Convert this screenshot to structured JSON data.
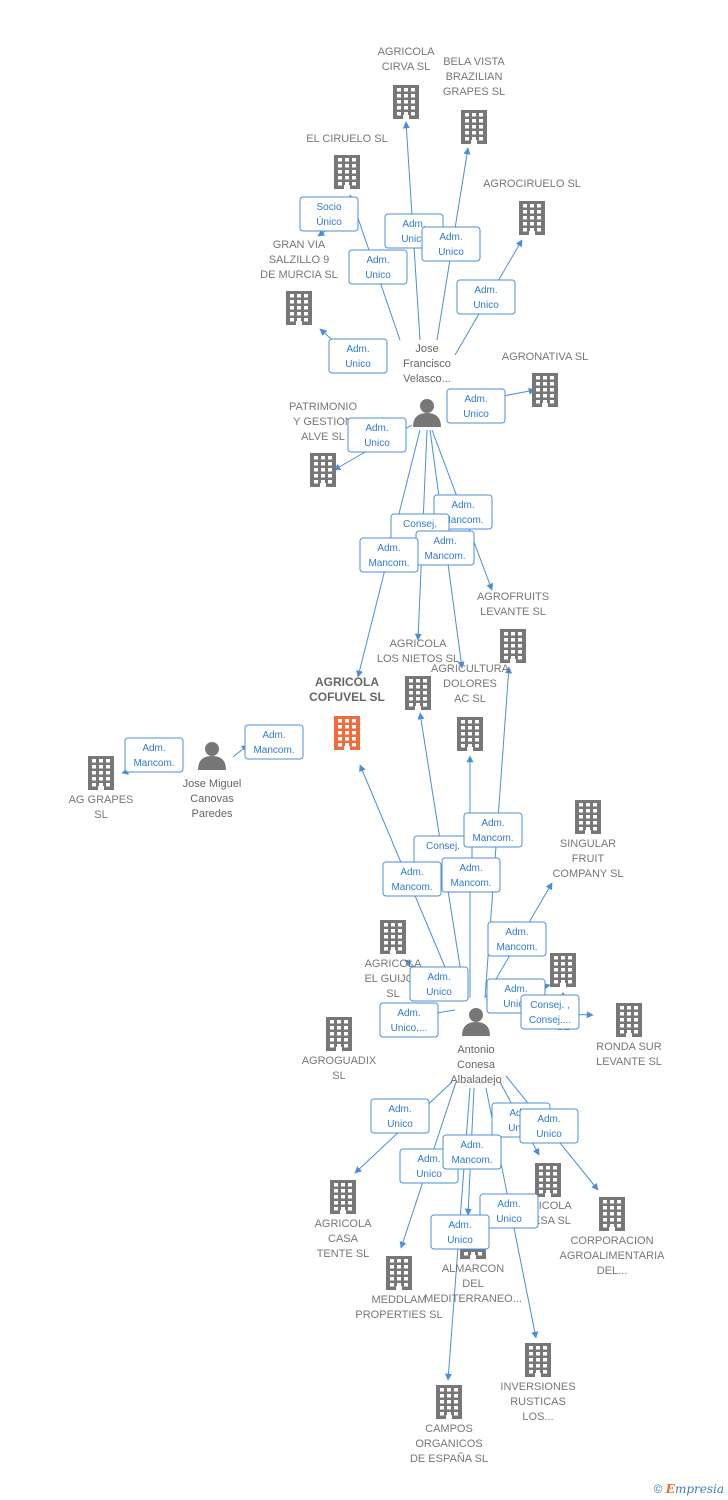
{
  "colors": {
    "building": "#777777",
    "highlight": "#f26b3a",
    "person": "#777777",
    "edge": "#4a8fd6"
  },
  "nodes": [
    {
      "id": "agricola_cirva",
      "type": "company",
      "label": [
        "AGRICOLA",
        "CIRVA  SL"
      ]
    },
    {
      "id": "bela_vista",
      "type": "company",
      "label": [
        "BELA VISTA",
        "BRAZILIAN",
        "GRAPES  SL"
      ]
    },
    {
      "id": "el_ciruelo",
      "type": "company",
      "label": [
        "EL CIRUELO SL"
      ]
    },
    {
      "id": "agrociruelo",
      "type": "company",
      "label": [
        "AGROCIRUELO SL"
      ]
    },
    {
      "id": "gran_via",
      "type": "company",
      "label": [
        "GRAN VIA",
        "SALZILLO 9",
        "DE MURCIA SL"
      ]
    },
    {
      "id": "agronativa",
      "type": "company",
      "label": [
        "AGRONATIVA SL"
      ]
    },
    {
      "id": "jose_francisco",
      "type": "person",
      "label": [
        "Jose",
        "Francisco",
        "Velasco..."
      ]
    },
    {
      "id": "patrimonio",
      "type": "company",
      "label": [
        "PATRIMONIO",
        "Y GESTION",
        "ALVE  SL"
      ]
    },
    {
      "id": "agrofruits",
      "type": "company",
      "label": [
        "AGROFRUITS",
        "LEVANTE SL"
      ]
    },
    {
      "id": "agricola_nietos",
      "type": "company",
      "label": [
        "AGRICOLA",
        "LOS NIETOS SL"
      ]
    },
    {
      "id": "agricola_cofuvel",
      "type": "company",
      "highlight": true,
      "label": [
        "AGRICOLA",
        "COFUVEL  SL"
      ]
    },
    {
      "id": "agricultura_dolores",
      "type": "company",
      "label": [
        "AGRICULTURA",
        "DOLORES",
        "AC  SL"
      ]
    },
    {
      "id": "ag_grapes",
      "type": "company",
      "label": [
        "AG GRAPES",
        "SL"
      ]
    },
    {
      "id": "jose_miguel",
      "type": "person",
      "label": [
        "Jose Miguel",
        "Canovas",
        "Paredes"
      ]
    },
    {
      "id": "singular_fruit",
      "type": "company",
      "label": [
        "SINGULAR",
        "FRUIT",
        "COMPANY SL"
      ]
    },
    {
      "id": "agricola_guijos",
      "type": "company",
      "label": [
        "AGRICOLA",
        "EL GUIJOS",
        "SL"
      ]
    },
    {
      "id": "hidden_a",
      "type": "company",
      "label": [
        "A",
        "OS",
        "SL"
      ]
    },
    {
      "id": "ronda_sur",
      "type": "company",
      "label": [
        "RONDA SUR",
        "LEVANTE SL"
      ]
    },
    {
      "id": "agroguadix",
      "type": "company",
      "label": [
        "AGROGUADIX",
        "SL"
      ]
    },
    {
      "id": "antonio",
      "type": "person",
      "label": [
        "Antonio",
        "Conesa",
        "Albaladejo"
      ]
    },
    {
      "id": "horticola",
      "type": "company",
      "label": [
        "RTICOLA",
        "NESA SL"
      ]
    },
    {
      "id": "agricola_casa",
      "type": "company",
      "label": [
        "AGRICOLA",
        "CASA",
        "TENTE  SL"
      ]
    },
    {
      "id": "corporacion",
      "type": "company",
      "label": [
        "CORPORACION",
        "AGROALIMENTARIA",
        "DEL..."
      ]
    },
    {
      "id": "almarcon",
      "type": "company",
      "label": [
        "ALMARCON",
        "DEL",
        "MEDITERRANEO..."
      ]
    },
    {
      "id": "meddlam",
      "type": "company",
      "label": [
        "MEDDLAM",
        "PROPERTIES SL"
      ]
    },
    {
      "id": "inversiones",
      "type": "company",
      "label": [
        "INVERSIONES",
        "RUSTICAS",
        "LOS..."
      ]
    },
    {
      "id": "campos",
      "type": "company",
      "label": [
        "CAMPOS",
        "ORGANICOS",
        "DE ESPAÑA  SL"
      ]
    }
  ],
  "edges": [
    {
      "from": "jose_francisco",
      "to": "agricola_cirva",
      "label": [
        "Adm.",
        "Unico"
      ]
    },
    {
      "from": "jose_francisco",
      "to": "bela_vista",
      "label": [
        "Adm.",
        "Unico"
      ]
    },
    {
      "from": "jose_francisco",
      "to": "el_ciruelo",
      "label": [
        "Adm.",
        "Unico"
      ]
    },
    {
      "from": "gran_via",
      "to": "el_ciruelo",
      "label": [
        "Socio",
        "Único"
      ]
    },
    {
      "from": "jose_francisco",
      "to": "agrociruelo",
      "label": [
        "Adm.",
        "Unico"
      ]
    },
    {
      "from": "jose_francisco",
      "to": "gran_via",
      "label": [
        "Adm.",
        "Unico"
      ]
    },
    {
      "from": "jose_francisco",
      "to": "agronativa",
      "label": [
        "Adm.",
        "Unico"
      ]
    },
    {
      "from": "jose_francisco",
      "to": "patrimonio",
      "label": [
        "Adm.",
        "Unico"
      ]
    },
    {
      "from": "jose_francisco",
      "to": "agrofruits",
      "label": [
        "Adm.",
        "Mancom."
      ]
    },
    {
      "from": "jose_francisco",
      "to": "agricola_nietos",
      "label": [
        "Consej.",
        "..."
      ]
    },
    {
      "from": "jose_francisco",
      "to": "agricultura_dolores",
      "label": [
        "Adm.",
        "Mancom."
      ]
    },
    {
      "from": "jose_francisco",
      "to": "agricola_cofuvel",
      "label": [
        "Adm.",
        "Mancom."
      ]
    },
    {
      "from": "jose_miguel",
      "to": "ag_grapes",
      "label": [
        "Adm.",
        "Mancom."
      ]
    },
    {
      "from": "jose_miguel",
      "to": "agricola_cofuvel",
      "label": [
        "Adm.",
        "Mancom."
      ]
    },
    {
      "from": "antonio",
      "to": "agricola_nietos",
      "label": [
        "Consej.",
        "..."
      ]
    },
    {
      "from": "antonio",
      "to": "agrofruits",
      "label": [
        "Adm.",
        "Mancom."
      ]
    },
    {
      "from": "antonio",
      "to": "agricultura_dolores",
      "label": [
        "Adm.",
        "Mancom."
      ]
    },
    {
      "from": "antonio",
      "to": "agricola_cofuvel",
      "label": [
        "Adm.",
        "Mancom."
      ]
    },
    {
      "from": "antonio",
      "to": "singular_fruit",
      "label": [
        "Adm.",
        "Mancom."
      ]
    },
    {
      "from": "antonio",
      "to": "agricola_guijos",
      "label": [
        "Adm.",
        "Unico"
      ]
    },
    {
      "from": "antonio",
      "to": "hidden_a",
      "label": [
        "Adm.",
        "Unico"
      ]
    },
    {
      "from": "antonio",
      "to": "ronda_sur",
      "label": [
        "Consej. ,",
        "Consej...."
      ]
    },
    {
      "from": "antonio",
      "to": "agroguadix",
      "label": [
        "Adm.",
        "Unico,..."
      ]
    },
    {
      "from": "antonio",
      "to": "agricola_casa",
      "label": [
        "Adm.",
        "Unico"
      ]
    },
    {
      "from": "antonio",
      "to": "horticola",
      "label": [
        "Adm.",
        "Unico"
      ]
    },
    {
      "from": "antonio",
      "to": "corporacion",
      "label": [
        "Adm.",
        "Unico"
      ]
    },
    {
      "from": "antonio",
      "to": "meddlam",
      "label": [
        "Adm.",
        "Unico"
      ]
    },
    {
      "from": "antonio",
      "to": "almarcon",
      "label": [
        "Adm.",
        "Mancom."
      ]
    },
    {
      "from": "antonio",
      "to": "inversiones",
      "label": [
        "Adm.",
        "Unico"
      ]
    },
    {
      "from": "antonio",
      "to": "campos",
      "label": [
        "Adm.",
        "Unico"
      ]
    }
  ],
  "footer": {
    "copyright": "©",
    "brand_initial": "E",
    "brand_rest": "mpresia"
  }
}
